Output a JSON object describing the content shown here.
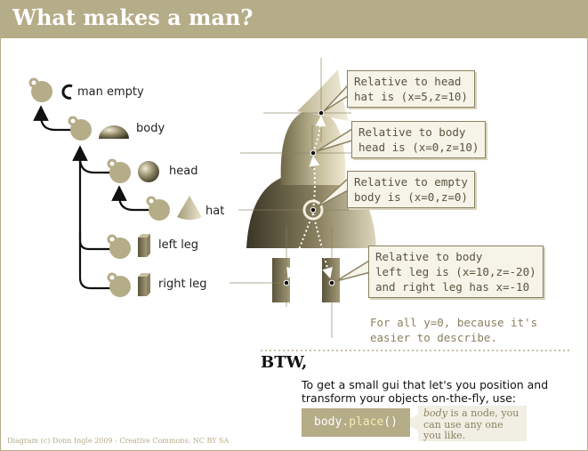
{
  "header": {
    "title": "What makes a man?"
  },
  "tree": {
    "nodes": [
      {
        "key": "man-empty",
        "label": "man empty"
      },
      {
        "key": "body",
        "label": "body"
      },
      {
        "key": "head",
        "label": "head"
      },
      {
        "key": "hat",
        "label": "hat"
      },
      {
        "key": "left-leg",
        "label": "left leg"
      },
      {
        "key": "right-leg",
        "label": "right leg"
      }
    ]
  },
  "callouts": {
    "hat": "Relative to head\nhat is (x=5,z=10)",
    "head": "Relative to body\nhead is (x=0,z=10)",
    "body": "Relative to empty\nbody is (x=0,z=0)",
    "legs": "Relative to body\nleft leg is (x=10,z=-20)\nand right leg has x=-10"
  },
  "note": "For all y=0, because it's\neasier to describe.",
  "btw": {
    "heading": "BTW,",
    "text": "To get a small gui that let's you position and transform your objects on-the-fly, use:",
    "code_obj": "body.",
    "code_method": "place",
    "code_args": "()",
    "code_note_em": "body",
    "code_note_rest": " is a node, you can use any one you like."
  },
  "credit": "Diagram (c) Donn Ingle 2009 - Creative Commons: NC BY SA",
  "colors": {
    "accent": "#b5ac88",
    "callout_border": "#8a8160",
    "node": "#b5ac88"
  }
}
